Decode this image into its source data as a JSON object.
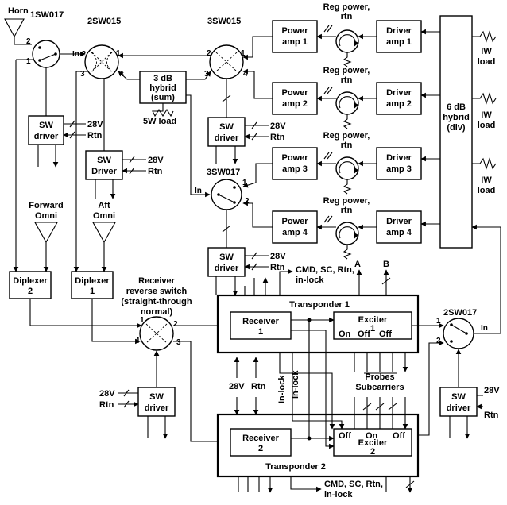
{
  "horn": {
    "label": "Horn"
  },
  "sw_1sw017_top": {
    "label": "1SW017",
    "port1": "1",
    "port2": "2"
  },
  "sw_2sw015": {
    "label": "2SW015",
    "port_in2": "In 2",
    "port1": "1",
    "port3": "3",
    "port4": "4"
  },
  "sw_3sw015": {
    "label": "3SW015",
    "port2": "2",
    "port1": "1",
    "port3": "3",
    "port4": "4"
  },
  "sw_3sw017": {
    "label": "3SW017",
    "port_in": "In",
    "port1": "1",
    "port2": "2"
  },
  "hybrid_sum": {
    "line1": "3 dB",
    "line2": "hybrid",
    "line3": "(sum)",
    "port3": "3",
    "port4": "4",
    "load": "5W load"
  },
  "power_amps": [
    {
      "line1": "Power",
      "line2": "amp 1"
    },
    {
      "line1": "Power",
      "line2": "amp 2"
    },
    {
      "line1": "Power",
      "line2": "amp 3"
    },
    {
      "line1": "Power",
      "line2": "amp 4"
    }
  ],
  "driver_amps": [
    {
      "line1": "Driver",
      "line2": "amp 1"
    },
    {
      "line1": "Driver",
      "line2": "amp 2"
    },
    {
      "line1": "Driver",
      "line2": "amp 3"
    },
    {
      "line1": "Driver",
      "line2": "amp 4"
    }
  ],
  "reg_power": {
    "line1": "Reg power,",
    "line2": "rtn"
  },
  "hybrid_div": {
    "line1": "6 dB",
    "line2": "hybrid",
    "line3": "(div)"
  },
  "iw_load": {
    "line1": "IW",
    "line2": "load"
  },
  "sw_drivers": {
    "top_left": {
      "line1": "SW",
      "line2": "driver",
      "v28": "28V",
      "rtn": "Rtn"
    },
    "mid_left": {
      "line1": "SW",
      "line2": "Driver",
      "v28": "28V",
      "rtn": "Rtn"
    },
    "top_mid": {
      "line1": "SW",
      "line2": "driver",
      "v28": "28V",
      "rtn": "Rtn"
    },
    "lower_mid": {
      "line1": "SW",
      "line2": "driver",
      "v28": "28V",
      "rtn": "Rtn"
    },
    "bottom_left": {
      "line1": "SW",
      "line2": "driver",
      "v28": "28V",
      "rtn": "Rtn"
    },
    "right": {
      "line1": "SW",
      "line2": "driver",
      "v28": "28V",
      "rtn": "Rtn"
    }
  },
  "forward_omni": {
    "line1": "Forward",
    "line2": "Omni"
  },
  "aft_omni": {
    "line1": "Aft",
    "line2": "Omni"
  },
  "diplexer2": {
    "line1": "Diplexer",
    "line2": "2"
  },
  "diplexer1": {
    "line1": "Diplexer",
    "line2": "1"
  },
  "receiver_switch": {
    "line1": "Receiver",
    "line2": "reverse switch",
    "line3": "(straight-through",
    "line4": "normal)",
    "port1": "1",
    "port2": "2",
    "port3": "3",
    "port4": "4"
  },
  "transponder1": {
    "title": "Transponder 1",
    "rx_line1": "Receiver",
    "rx_line2": "1",
    "ex_line1": "Exciter",
    "ex_line2": "1",
    "on": "On",
    "off1": "Off",
    "off2": "Off"
  },
  "transponder2": {
    "title": "Transponder 2",
    "rx_line1": "Receiver",
    "rx_line2": "2",
    "ex_line1": "Exciter",
    "ex_line2": "2",
    "on": "On",
    "off1": "Off",
    "off2": "Off"
  },
  "cmd_top": {
    "line1": "CMD, SC, Rtn,",
    "line2": "in-lock"
  },
  "cmd_bottom": {
    "line1": "CMD, SC, Rtn,",
    "line2": "in-lock"
  },
  "outputs": {
    "a": "A",
    "b": "B"
  },
  "probes": {
    "line1": "Probes",
    "line2": "Subcarriers"
  },
  "inlock1": "In-lock",
  "inlock2": "In-lock",
  "pwr_28v": "28V",
  "pwr_rtn": "Rtn",
  "sw_2sw017": {
    "label": "2SW017",
    "port1": "1",
    "port2": "2",
    "port_in": "In"
  }
}
